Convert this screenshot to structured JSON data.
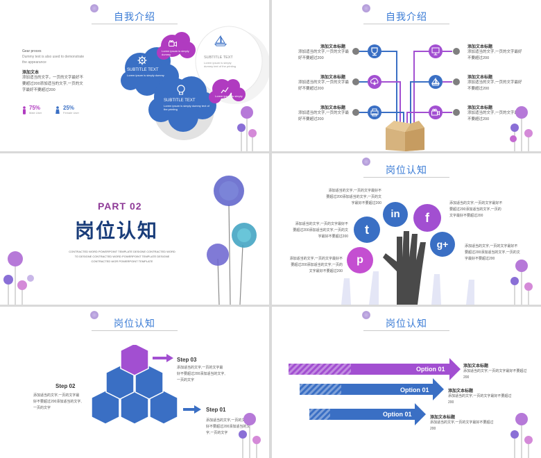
{
  "slide1": {
    "title": "自我介绍",
    "gear_title": "Gear proces",
    "gear_sub": "Dummy text is also used to demonstrate the appearance",
    "add_title": "添加文本",
    "add_body": "添加适当的文字，一页的文字最好不要超过200添加适当的文字,一页的文字最好不要超过200",
    "stat1": "75%",
    "stat1_label": "Male User",
    "stat2": "25%",
    "stat2_label": "Female User",
    "cloud_big_title": "SUBTITLE TEXT",
    "cloud_big_body": "Lorem ipsum is simply dummy text of the printing",
    "cloud_left_title": "SUBTITLE TEXT",
    "cloud_left_body": "Lorem ipsum is simply dummy",
    "cloud_top_body": "Lorem ipsum is simply dummy",
    "cloud_right_title": "SUBTITLE TEXT",
    "cloud_right_body": "Lorem ipsum is simply dummy text of the printing",
    "cloud_small_body": "Lorem ipsum is simply"
  },
  "slide2": {
    "title": "自我介绍",
    "items": [
      {
        "head": "添加文本标题",
        "body": "添加适当的文字,一页的文字最好不要超过200"
      },
      {
        "head": "添加文本标题",
        "body": "添加适当的文字,一页的文字最好不要超过200"
      },
      {
        "head": "添加文本标题",
        "body": "添加适当的文字,一页的文字最好不要超过200"
      },
      {
        "head": "添加文本标题",
        "body": "添加适当的文字,一页的文字最好不要超过200"
      },
      {
        "head": "添加文本标题",
        "body": "添加适当的文字,一页的文字最好不要超过200"
      },
      {
        "head": "添加文本标题",
        "body": "添加适当的文字,一页的文字最好不要超过200"
      }
    ]
  },
  "slide3": {
    "part": "PART 02",
    "big_title": "岗位认知",
    "body": "CONTRACTED WORD POWERPOINT TEMPLATE DESIGNE CONTRACTED WORD TO DESIGNE CONTRACTED WORD POWERPOINT TEMPLATE DESIGNE CONTRACTED WOR POWERPOINT TEMPLATE"
  },
  "slide4": {
    "title": "岗位认知",
    "texts": [
      "添加适当的文字,一页的文字最好不要超过200添加适当的文字,一页的文字最好不要超过200",
      "添加适当的文字,一页的文字最好不要超过200添加适当的文字,一页的文字最好不要超过200",
      "添加适当的文字,一页的文字最好不要超过200添加适当的文字,一页的文字最好不要超过200",
      "添加适当的文字,一页的文字最好不要超过200添加适当的文字,一页的文字最好不要超过200",
      "添加适当的文字,一页的文字最好不要超过200添加适当的文字,一页的文字最好不要超过200"
    ],
    "icons": [
      "t",
      "in",
      "f",
      "g+",
      "p"
    ]
  },
  "slide5": {
    "title": "岗位认知",
    "steps": [
      {
        "label": "Step 03",
        "body": "添加适当的文字,一页的文字最好不要超过200添加适当的文字,一页的文字"
      },
      {
        "label": "Step 02",
        "body": "添加适当的文字,一页的文字最好不要超过200添加适当的文字,一页的文字"
      },
      {
        "label": "Step 01",
        "body": "添加适当的文字,一页的文字最好不要超过200添加适当的文字,一页的文字"
      }
    ]
  },
  "slide6": {
    "title": "岗位认知",
    "options": [
      {
        "label": "Option 01",
        "head": "添加文本标题",
        "body": "添加适当的文字,一页的文字最好不要超过200"
      },
      {
        "label": "Option 01",
        "head": "添加文本标题",
        "body": "添加适当的文字,一页的文字最好不要超过200"
      },
      {
        "label": "Option 01",
        "head": "添加文本标题",
        "body": "添加适当的文字,一页的文字最好不要超过200"
      }
    ]
  },
  "colors": {
    "blue": "#3a6fc4",
    "purple": "#a24fd1",
    "pink": "#c44fd1",
    "title_blue": "#3a7bd5"
  }
}
